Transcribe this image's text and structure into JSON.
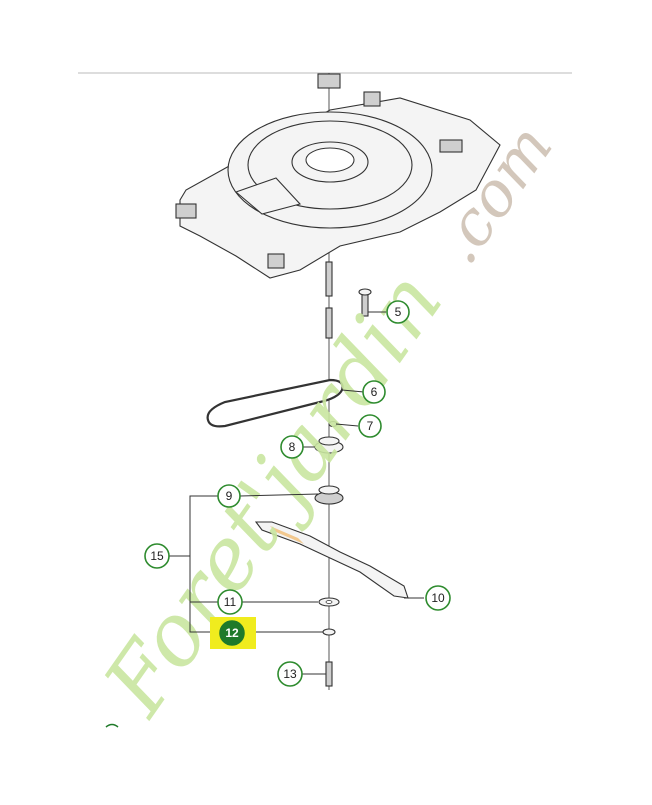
{
  "diagram": {
    "callouts": [
      "5",
      "6",
      "7",
      "8",
      "9",
      "10",
      "11",
      "12",
      "13",
      "15"
    ],
    "highlighted_callout": "12",
    "colors": {
      "callout_ring": "#2e8b2e",
      "highlight_background": "#f0ec1e",
      "highlight_circle": "#1f7a2a",
      "watermark_green": "#c9e6a0",
      "watermark_brown": "#cfc2b4"
    }
  },
  "watermark": {
    "text_main": "Foret'jardin",
    "text_domain": ".com"
  }
}
